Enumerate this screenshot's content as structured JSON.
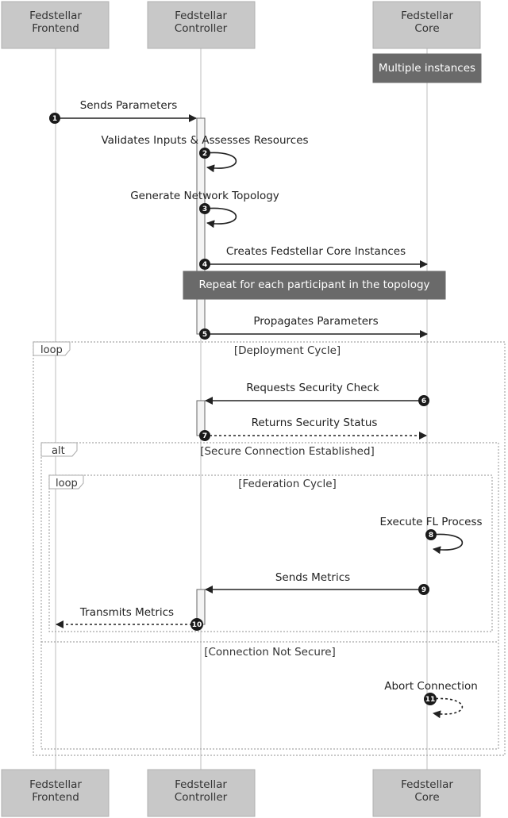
{
  "participants": [
    {
      "id": "frontend",
      "label_line1": "Fedstellar",
      "label_line2": "Frontend"
    },
    {
      "id": "controller",
      "label_line1": "Fedstellar",
      "label_line2": "Controller"
    },
    {
      "id": "core",
      "label_line1": "Fedstellar",
      "label_line2": "Core"
    }
  ],
  "notes": {
    "multiple_instances": "Multiple instances",
    "repeat_each": "Repeat for each participant in the topology"
  },
  "frames": {
    "outer_loop": {
      "keyword": "loop",
      "condition": "[Deployment Cycle]"
    },
    "alt": {
      "keyword": "alt",
      "condition": "[Secure Connection Established]",
      "else_condition": "[Connection Not Secure]"
    },
    "inner_loop": {
      "keyword": "loop",
      "condition": "[Federation Cycle]"
    }
  },
  "messages": [
    {
      "seq": "1",
      "text": "Sends Parameters"
    },
    {
      "seq": "2",
      "text": "Validates Inputs & Assesses Resources"
    },
    {
      "seq": "3",
      "text": "Generate Network Topology"
    },
    {
      "seq": "4",
      "text": "Creates Fedstellar Core Instances"
    },
    {
      "seq": "5",
      "text": "Propagates Parameters"
    },
    {
      "seq": "6",
      "text": "Requests Security Check"
    },
    {
      "seq": "7",
      "text": "Returns Security Status"
    },
    {
      "seq": "8",
      "text": "Execute FL Process"
    },
    {
      "seq": "9",
      "text": "Sends Metrics"
    },
    {
      "seq": "10",
      "text": "Transmits Metrics"
    },
    {
      "seq": "11",
      "text": "Abort Connection"
    }
  ],
  "colors": {
    "actor_fill": "#c8c8c8",
    "note_fill": "#6a6a6a",
    "line": "#222222"
  }
}
